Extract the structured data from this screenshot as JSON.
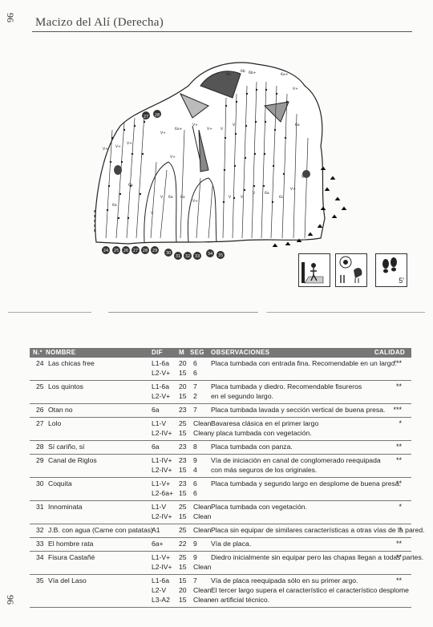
{
  "page": {
    "number": "96",
    "title": "Macizo del Alí (Derecha)"
  },
  "topo": {
    "route_markers_bottom": [
      "24",
      "25",
      "26",
      "27",
      "28",
      "29",
      "30",
      "31",
      "32",
      "33",
      "34",
      "35"
    ],
    "route_markers_top": [
      "27",
      "28"
    ],
    "grade_labels": [
      "V+",
      "V+",
      "V+",
      "6a",
      "6a",
      "V+",
      "6a+",
      "V+",
      "V+",
      "V",
      "V",
      "V+",
      "6a",
      "6a",
      "V+",
      "V",
      "V",
      "6b+",
      "6b",
      "6a",
      "6a+",
      "V+",
      "6a",
      "V",
      "V",
      "V",
      "6a",
      "6c",
      "V+",
      "V"
    ]
  },
  "legend": {
    "walk_time": "5'",
    "icon1": "wall-climber-icon",
    "icon2": "family-rooster-icon",
    "icon3": "footprints-icon"
  },
  "table": {
    "headers": {
      "num": "N.º",
      "name": "NOMBRE",
      "dif": "DIF",
      "m": "M",
      "seg": "SEG",
      "obs": "OBSERVACIONES",
      "cal": "CALIDAD"
    },
    "rows": [
      {
        "num": "24",
        "name": "Las chicas free",
        "dif": [
          "L1-6a",
          "L2-V+"
        ],
        "m": [
          "20",
          "15"
        ],
        "seg": [
          "6",
          "6"
        ],
        "obs": [
          "Placa tumbada con entrada fina. Recomendable en un largo."
        ],
        "cal": "***"
      },
      {
        "num": "25",
        "name": "Los quintos",
        "dif": [
          "L1-6a",
          "L2-V+"
        ],
        "m": [
          "20",
          "15"
        ],
        "seg": [
          "7",
          "2"
        ],
        "obs": [
          "Placa tumbada y diedro.  Recomendable fisureros",
          "en el segundo largo."
        ],
        "cal": "**"
      },
      {
        "num": "26",
        "name": "Otan no",
        "dif": [
          "6a"
        ],
        "m": [
          "23"
        ],
        "seg": [
          "7"
        ],
        "obs": [
          "Placa tumbada lavada y sección vertical de buena presa."
        ],
        "cal": "***"
      },
      {
        "num": "27",
        "name": "Lolo",
        "dif": [
          "L1-V",
          "L2-IV+"
        ],
        "m": [
          "25",
          "15"
        ],
        "seg": [
          "Clean",
          "Clean"
        ],
        "obs": [
          "Bavaresa clásica en el primer largo",
          "y placa tumbada con vegetación."
        ],
        "cal": "*"
      },
      {
        "num": "28",
        "name": "Sí cariño, sí",
        "dif": [
          "6a"
        ],
        "m": [
          "23"
        ],
        "seg": [
          "8"
        ],
        "obs": [
          "Placa tumbada con panza."
        ],
        "cal": "**"
      },
      {
        "num": "29",
        "name": "Canal de Riglos",
        "dif": [
          "L1-IV+",
          "L2-IV+"
        ],
        "m": [
          "23",
          "15"
        ],
        "seg": [
          "9",
          "4"
        ],
        "obs": [
          "Vía de iniciación en canal de conglomerado reequipada",
          "con más seguros de los originales."
        ],
        "cal": "**"
      },
      {
        "num": "30",
        "name": "Coquita",
        "dif": [
          "L1-V+",
          "L2-6a+"
        ],
        "m": [
          "23",
          "15"
        ],
        "seg": [
          "6",
          "6"
        ],
        "obs": [
          "Placa tumbada y segundo largo en desplome de buena presa."
        ],
        "cal": "**"
      },
      {
        "num": "31",
        "name": "Innominata",
        "dif": [
          "L1-V",
          "L2-IV+"
        ],
        "m": [
          "25",
          "15"
        ],
        "seg": [
          "Clean",
          "Clean"
        ],
        "obs": [
          "Placa tumbada con vegetación."
        ],
        "cal": "*"
      },
      {
        "num": "32",
        "name": "J.B. con agua (Carne con patatas)",
        "dif": [
          "A1"
        ],
        "m": [
          "25"
        ],
        "seg": [
          "Clean"
        ],
        "obs": [
          "Placa sin equipar de similares características a otras vías de la pared."
        ],
        "cal": "*"
      },
      {
        "num": "33",
        "name": "El hombre rata",
        "dif": [
          "6a+"
        ],
        "m": [
          "22"
        ],
        "seg": [
          "9"
        ],
        "obs": [
          "Vía de placa."
        ],
        "cal": "**"
      },
      {
        "num": "34",
        "name": "Fisura Castañé",
        "dif": [
          "L1-V+",
          "L2-IV+"
        ],
        "m": [
          "25",
          "15"
        ],
        "seg": [
          "9",
          "Clean"
        ],
        "obs": [
          "Diedro inicialmente sin equipar pero las chapas llegan a todas partes."
        ],
        "cal": "**"
      },
      {
        "num": "35",
        "name": "Vía del Laso",
        "dif": [
          "L1-6a",
          "L2-V",
          "L3-A2"
        ],
        "m": [
          "15",
          "20",
          "15"
        ],
        "seg": [
          "7",
          "Clean",
          "Clean"
        ],
        "obs": [
          "Vía de placa reequipada sólo en su primer argo.",
          "El tercer largo supera el característico el característico desplome",
          "en artificial técnico."
        ],
        "cal": "**"
      }
    ]
  }
}
